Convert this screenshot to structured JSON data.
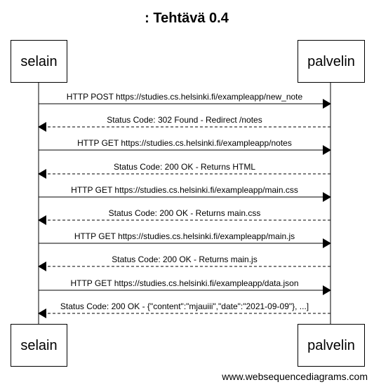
{
  "diagram": {
    "title": ": Tehtävä 0.4",
    "participants": [
      {
        "id": "selain",
        "label": "selain"
      },
      {
        "id": "palvelin",
        "label": "palvelin"
      }
    ],
    "messages": [
      {
        "from": "selain",
        "to": "palvelin",
        "style": "solid",
        "label": "HTTP POST https://studies.cs.helsinki.fi/exampleapp/new_note"
      },
      {
        "from": "palvelin",
        "to": "selain",
        "style": "dashed",
        "label": "Status Code: 302 Found - Redirect /notes"
      },
      {
        "from": "selain",
        "to": "palvelin",
        "style": "solid",
        "label": "HTTP GET https://studies.cs.helsinki.fi/exampleapp/notes"
      },
      {
        "from": "palvelin",
        "to": "selain",
        "style": "dashed",
        "label": "Status Code: 200 OK - Returns HTML"
      },
      {
        "from": "selain",
        "to": "palvelin",
        "style": "solid",
        "label": "HTTP GET https://studies.cs.helsinki.fi/exampleapp/main.css"
      },
      {
        "from": "palvelin",
        "to": "selain",
        "style": "dashed",
        "label": "Status Code: 200 OK - Returns main.css"
      },
      {
        "from": "selain",
        "to": "palvelin",
        "style": "solid",
        "label": "HTTP GET https://studies.cs.helsinki.fi/exampleapp/main.js"
      },
      {
        "from": "palvelin",
        "to": "selain",
        "style": "dashed",
        "label": "Status Code: 200 OK - Returns main.js"
      },
      {
        "from": "selain",
        "to": "palvelin",
        "style": "solid",
        "label": "HTTP GET https://studies.cs.helsinki.fi/exampleapp/data.json"
      },
      {
        "from": "palvelin",
        "to": "selain",
        "style": "dashed",
        "label": "Status Code: 200 OK - {\"content\":\"mjauiii\",\"date\":\"2021-09-09\"}, ...]"
      }
    ],
    "footer": "www.websequencediagrams.com"
  }
}
